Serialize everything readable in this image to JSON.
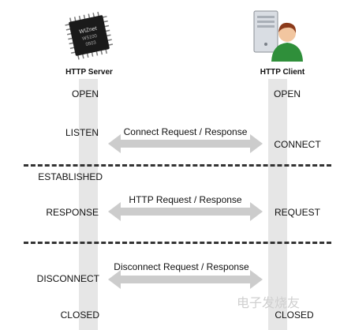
{
  "server": {
    "title": "HTTP Server",
    "chip_text": [
      "WIZnet",
      "W5100",
      "0503"
    ],
    "states": [
      "OPEN",
      "LISTEN",
      "ESTABLISHED",
      "RESPONSE",
      "DISCONNECT",
      "CLOSED"
    ]
  },
  "client": {
    "title": "HTTP Client",
    "states": [
      "OPEN",
      "CONNECT",
      "REQUEST",
      "CLOSED"
    ]
  },
  "messages": [
    "Connect Request / Response",
    "HTTP Request / Response",
    "Disconnect Request / Response"
  ],
  "watermark": "电子发烧友",
  "colors": {
    "lifeline": "#e6e6e6",
    "arrow": "#cccccc",
    "divider": "#333333"
  }
}
